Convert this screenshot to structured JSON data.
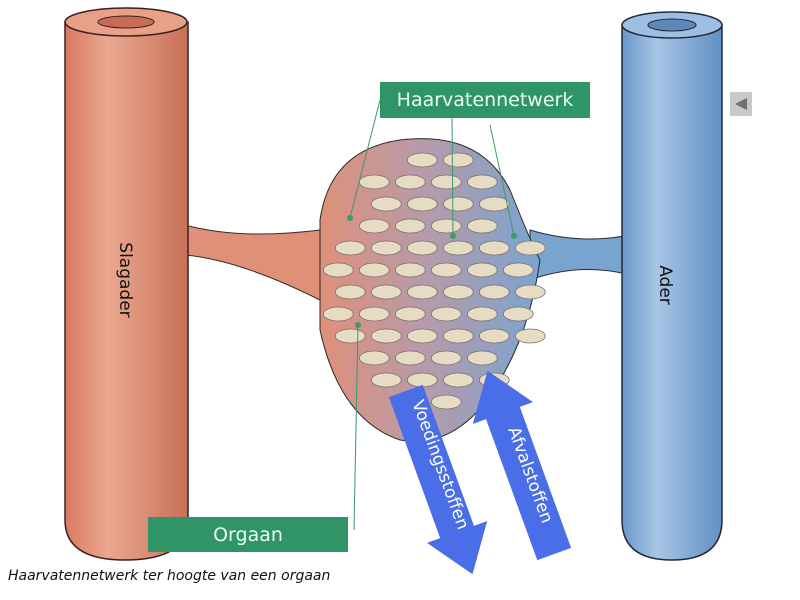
{
  "labels": {
    "capillary_network": "Haarvatennetwerk",
    "organ": "Orgaan",
    "artery": "Slagader",
    "vein": "Ader",
    "nutrients": "Voedingsstoffen",
    "waste": "Afvalstoffen"
  },
  "caption": "Haarvatennetwerk ter hoogte van een orgaan",
  "colors": {
    "artery": "#e09078",
    "vein": "#7aa4d0",
    "label_bg": "#2f9466",
    "arrow": "#4a6ee8",
    "cells": "#e6dcc4"
  },
  "nav": {
    "icon": "triangle-left-icon"
  }
}
